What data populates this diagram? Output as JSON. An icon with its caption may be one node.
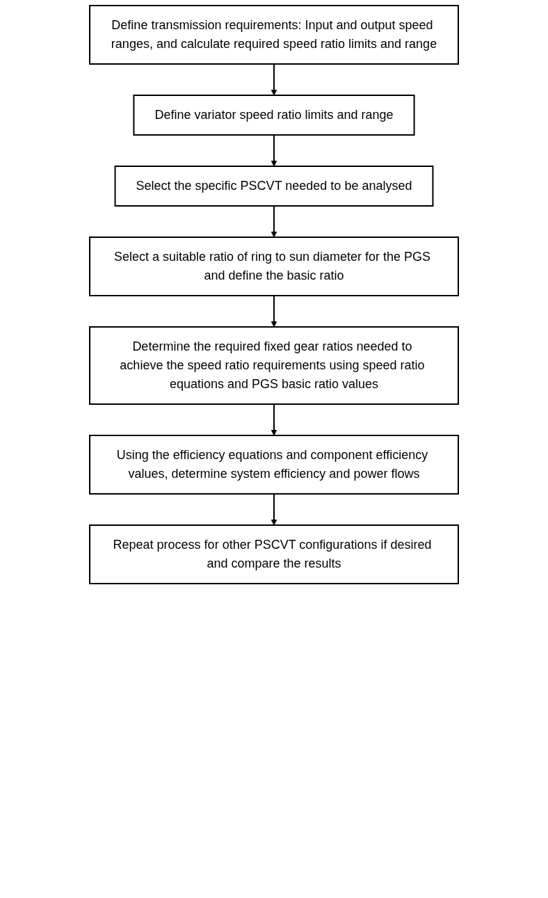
{
  "diagram": {
    "nodes": [
      {
        "text": [
          "Define transmission requirements: Input and output speed ranges, and calculate required speed ratio limits and range"
        ]
      },
      {
        "text": [
          "Define variator speed ratio limits and range"
        ]
      },
      {
        "text": [
          "Select the specific PSCVT needed to be analysed"
        ]
      },
      {
        "text": [
          "Select a suitable ratio of ring to sun diameter for the PGS and define the basic ratio"
        ]
      },
      {
        "text": [
          "Determine the required fixed gear ratios needed to achieve the speed ratio requirements using speed ratio equations and PGS basic ratio values"
        ]
      },
      {
        "text": [
          "Using the efficiency equations and component efficiency values, determine system efficiency and power flows"
        ]
      },
      {
        "text": [
          "Repeat process for other PSCVT configurations if desired and compare the results"
        ]
      }
    ],
    "edges": [
      {
        "from": 0,
        "to": 1,
        "arrow": "to"
      },
      {
        "from": 1,
        "to": 2,
        "arrow": "to"
      },
      {
        "from": 2,
        "to": 3,
        "arrow": "to"
      },
      {
        "from": 3,
        "to": 4,
        "arrow": "to"
      },
      {
        "from": 4,
        "to": 5,
        "arrow": "to"
      },
      {
        "from": 5,
        "to": 6,
        "arrow": "to"
      }
    ]
  }
}
